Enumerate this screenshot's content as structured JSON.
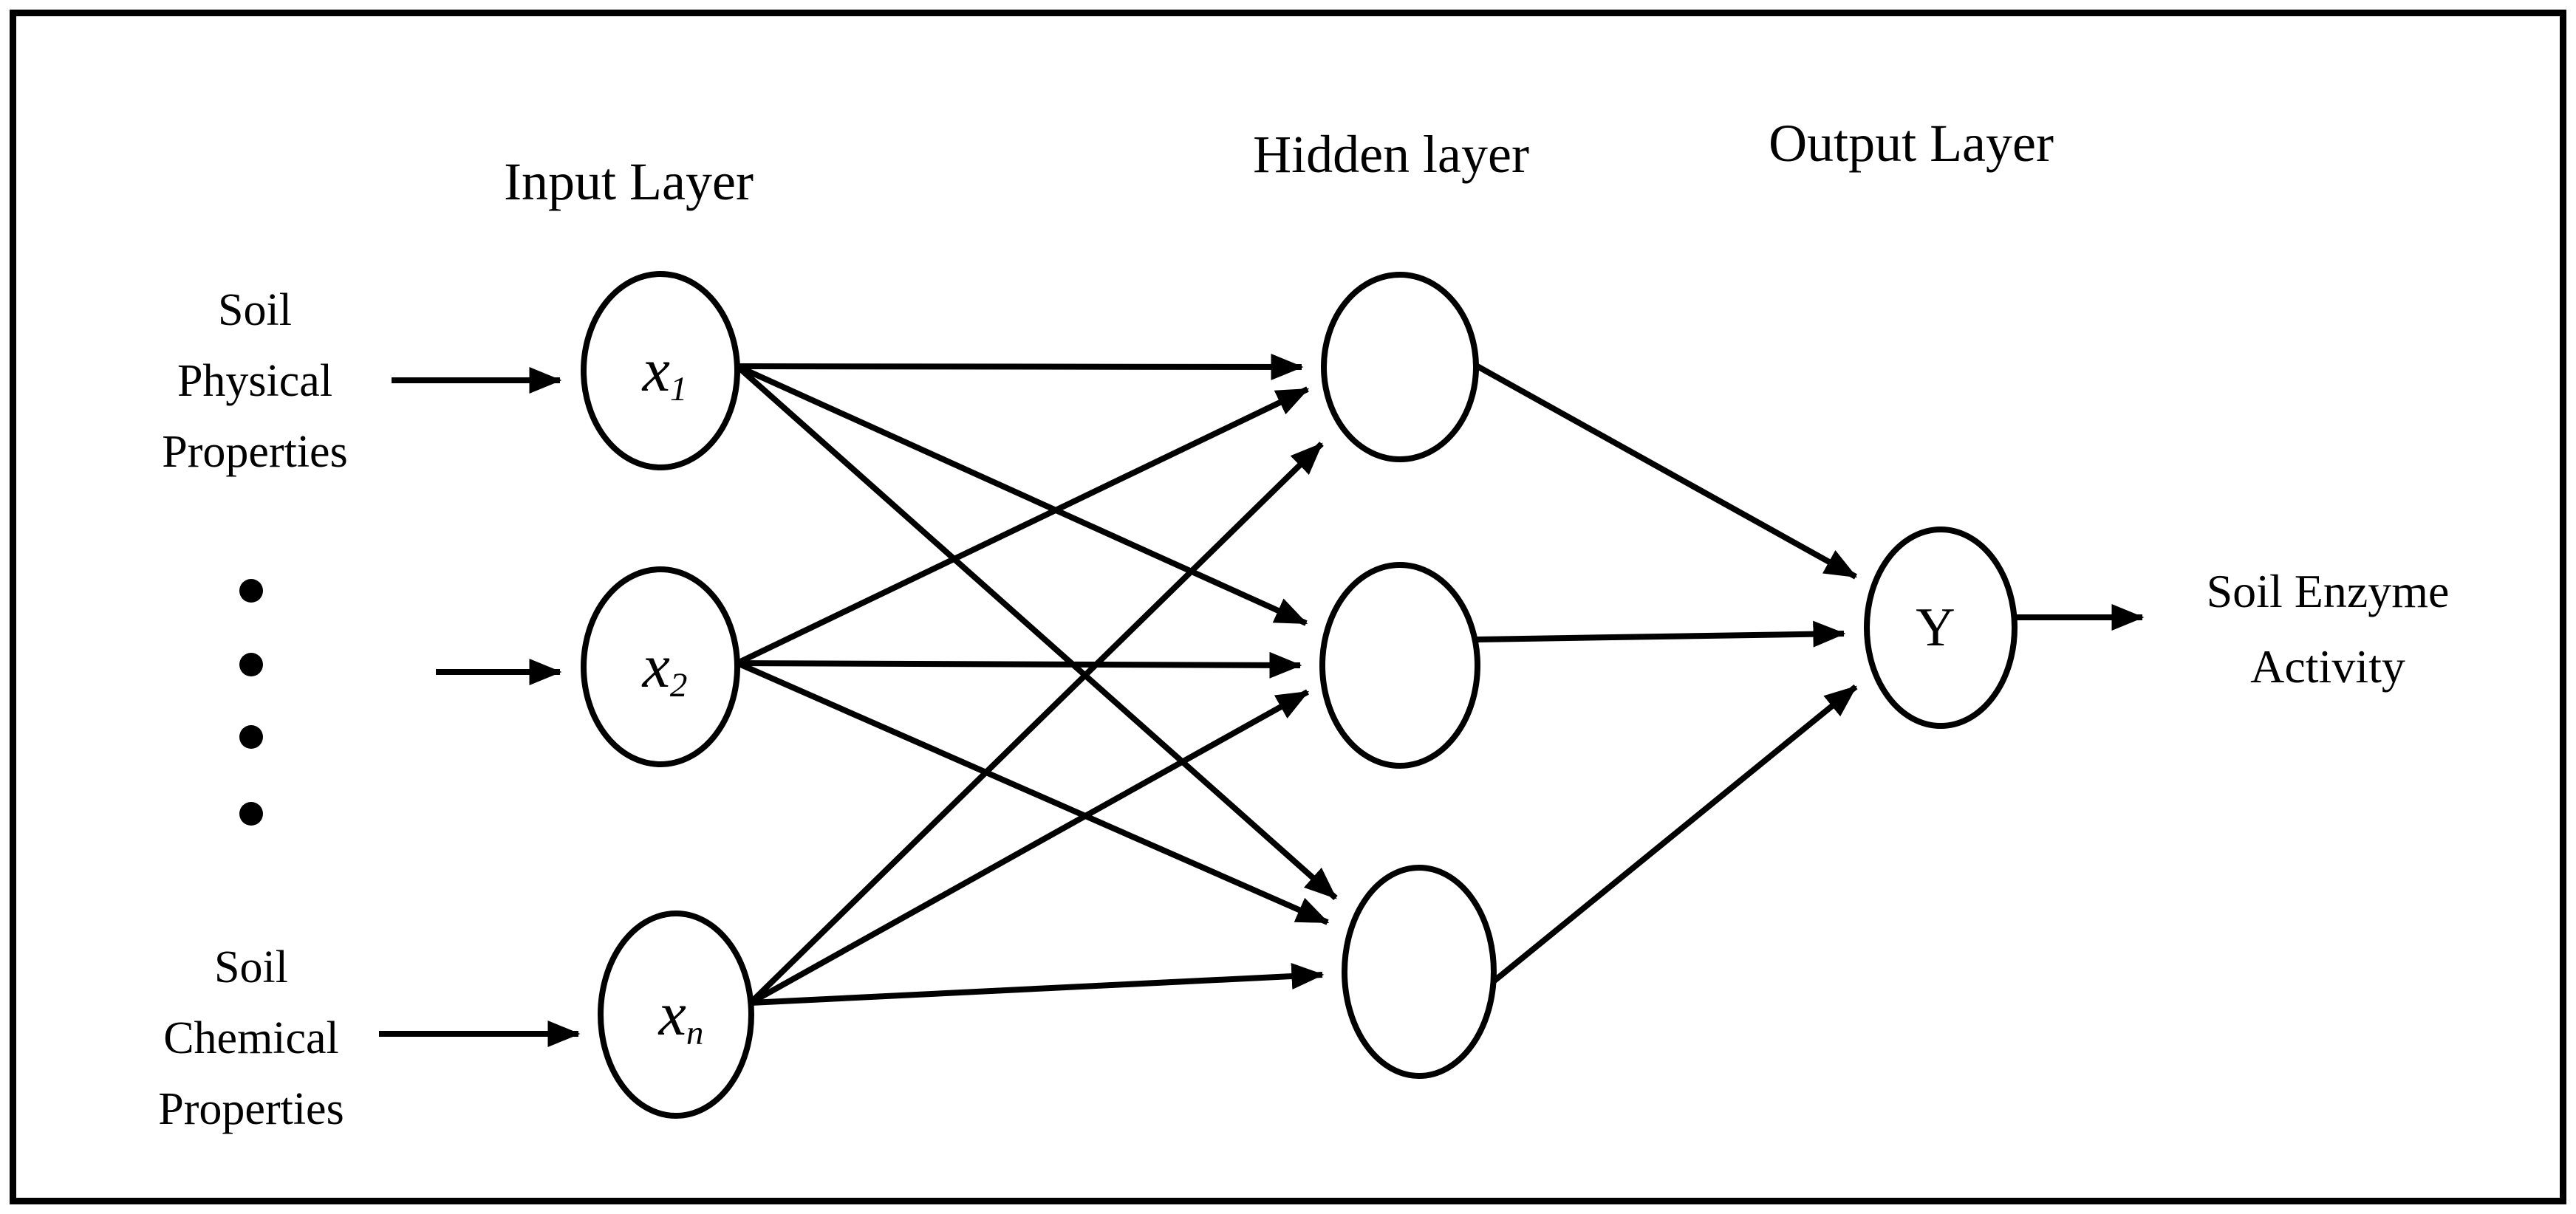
{
  "figure": {
    "layer_titles": {
      "input": "Input Layer",
      "hidden": "Hidden layer",
      "output": "Output Layer"
    },
    "input_nodes": [
      {
        "base": "x",
        "sub": "1"
      },
      {
        "base": "x",
        "sub": "2"
      },
      {
        "base": "x",
        "sub": "n"
      }
    ],
    "hidden_node_count": 3,
    "output_node_label": "Y",
    "left_labels": {
      "physical": {
        "lines": [
          "Soil",
          "Physical",
          "Properties"
        ]
      },
      "chemical": {
        "lines": [
          "Soil",
          "Chemical",
          "Properties"
        ]
      }
    },
    "right_label": {
      "lines": [
        "Soil Enzyme",
        "Activity"
      ]
    },
    "colors": {
      "ink": "#000000",
      "background": "#ffffff"
    }
  }
}
